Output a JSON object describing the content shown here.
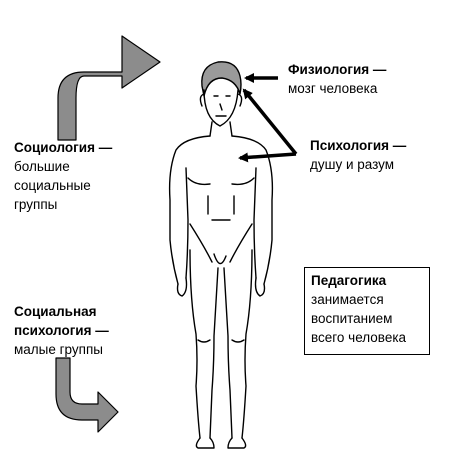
{
  "physiology": {
    "title": "Физиология —",
    "desc": "мозг человека"
  },
  "psychology": {
    "title": "Психология —",
    "desc": "душу и разум"
  },
  "sociology": {
    "title": "Социология —",
    "line1": "большие",
    "line2": "социальные",
    "line3": "группы"
  },
  "social_psychology": {
    "title_line1": "Социальная",
    "title_line2": "психология —",
    "desc": "малые группы"
  },
  "pedagogy": {
    "title": "Педагогика",
    "line1": "занимается",
    "line2": "воспитанием",
    "line3": "всего человека"
  },
  "colors": {
    "arrow_fill": "#8c8c8c",
    "ink": "#000000"
  }
}
